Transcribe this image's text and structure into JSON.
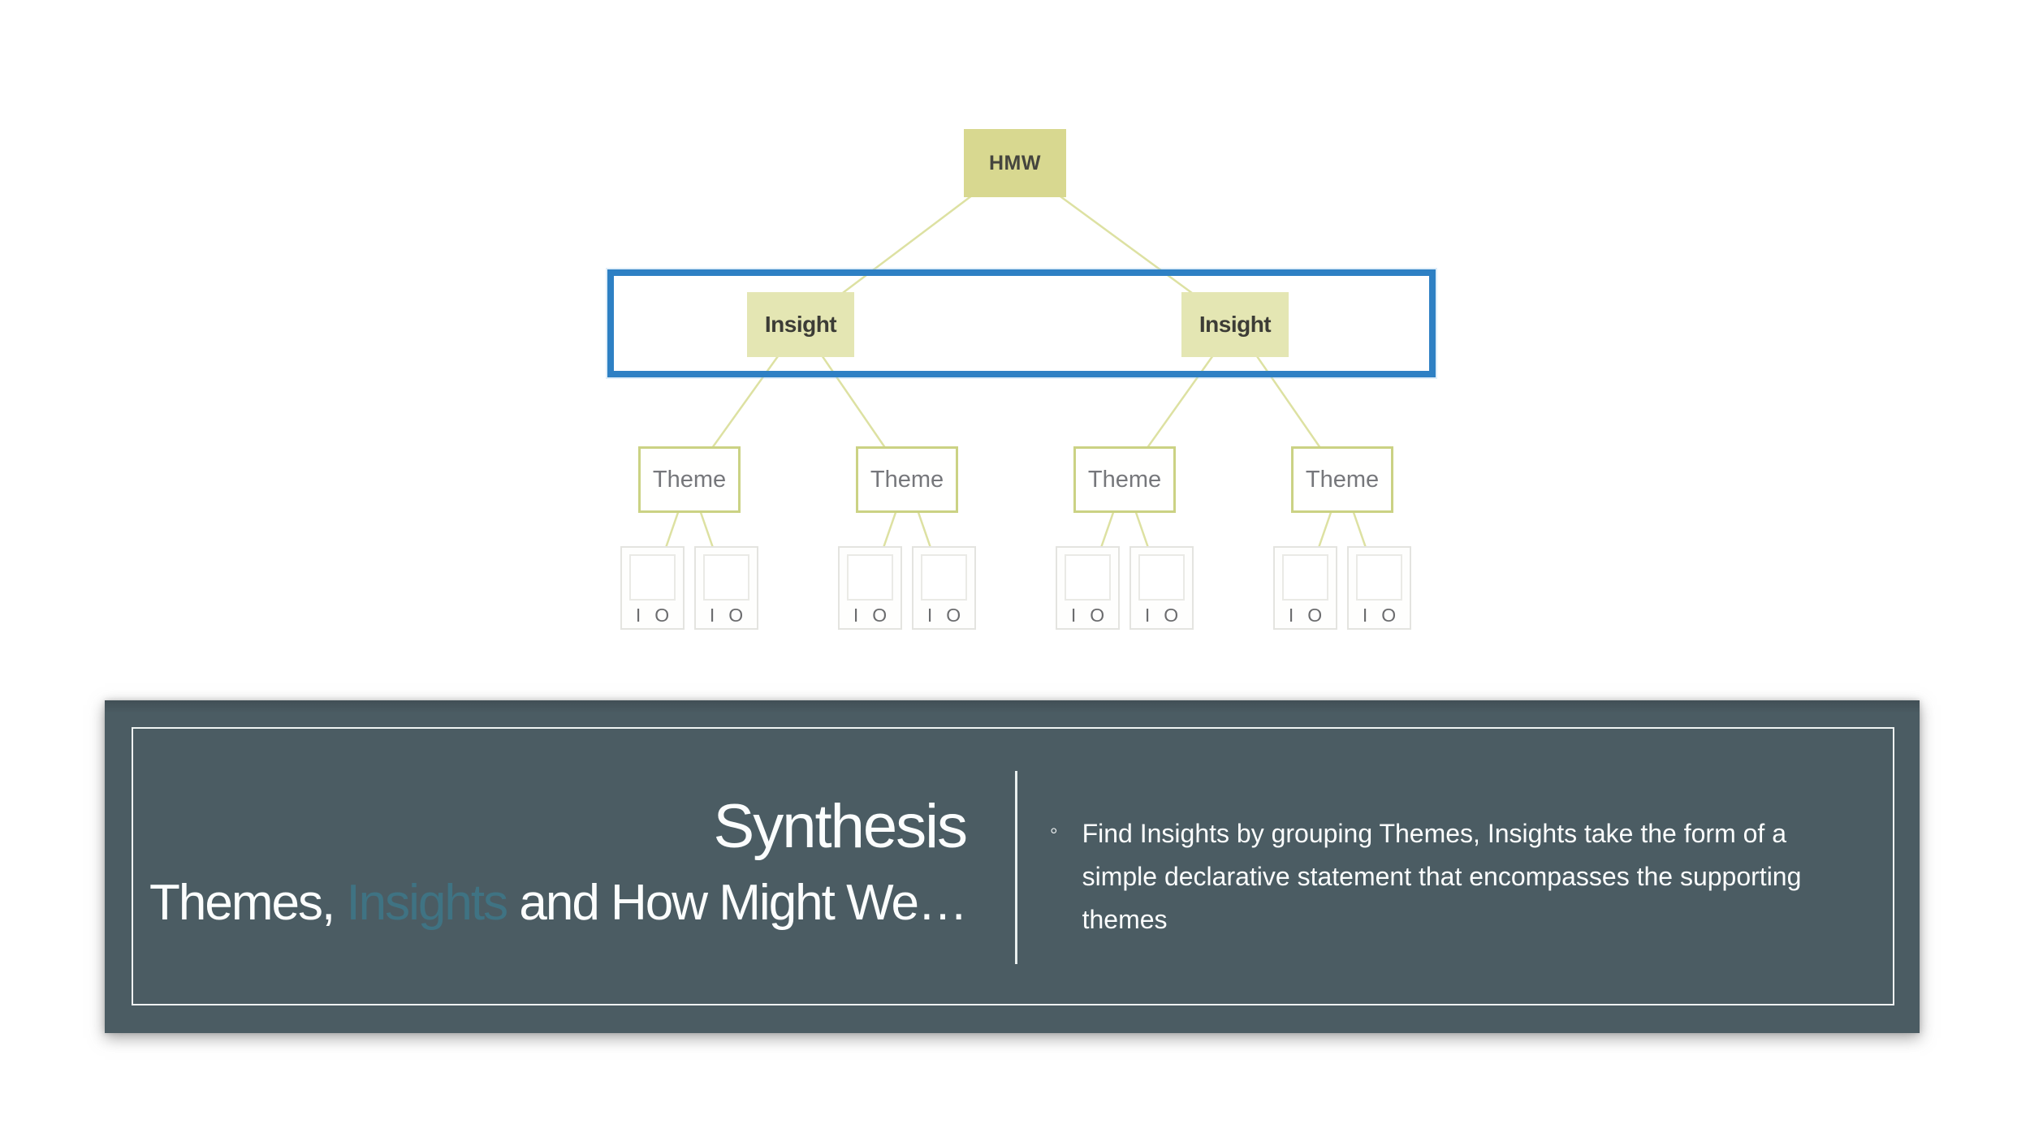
{
  "colors": {
    "slide-bg": "#ffffff",
    "hmw-fill": "#d8d890",
    "insight-fill": "#e4e6b3",
    "theme-border": "#cbd284",
    "theme-fill": "#fffffe",
    "connector": "#dde1a2",
    "highlight-blue": "#2e80c4",
    "node-text": "#45453e",
    "theme-text": "#76777b",
    "card-border": "#e4e4e0",
    "card-square-border": "#eaeae6",
    "card-text": "#6b6c6e",
    "panel-bg": "#4b5c63",
    "panel-border": "#f0f5f4",
    "panel-text": "#fbfdfd",
    "highlight-teal": "#3f7383"
  },
  "diagram": {
    "hmw_label": "HMW",
    "insight_label": "Insight",
    "theme_label": "Theme",
    "card_label_i": "I",
    "card_label_o": "O"
  },
  "panel": {
    "title": "Synthesis",
    "subtitle": {
      "prefix": "Themes, ",
      "highlight": "Insights",
      "suffix": " and How Might We…"
    },
    "bullet": {
      "marker": "◦",
      "lines": [
        "Find Insights by grouping Themes, Insights take the form of a",
        "simple declarative statement that encompasses the supporting",
        "themes"
      ]
    }
  }
}
